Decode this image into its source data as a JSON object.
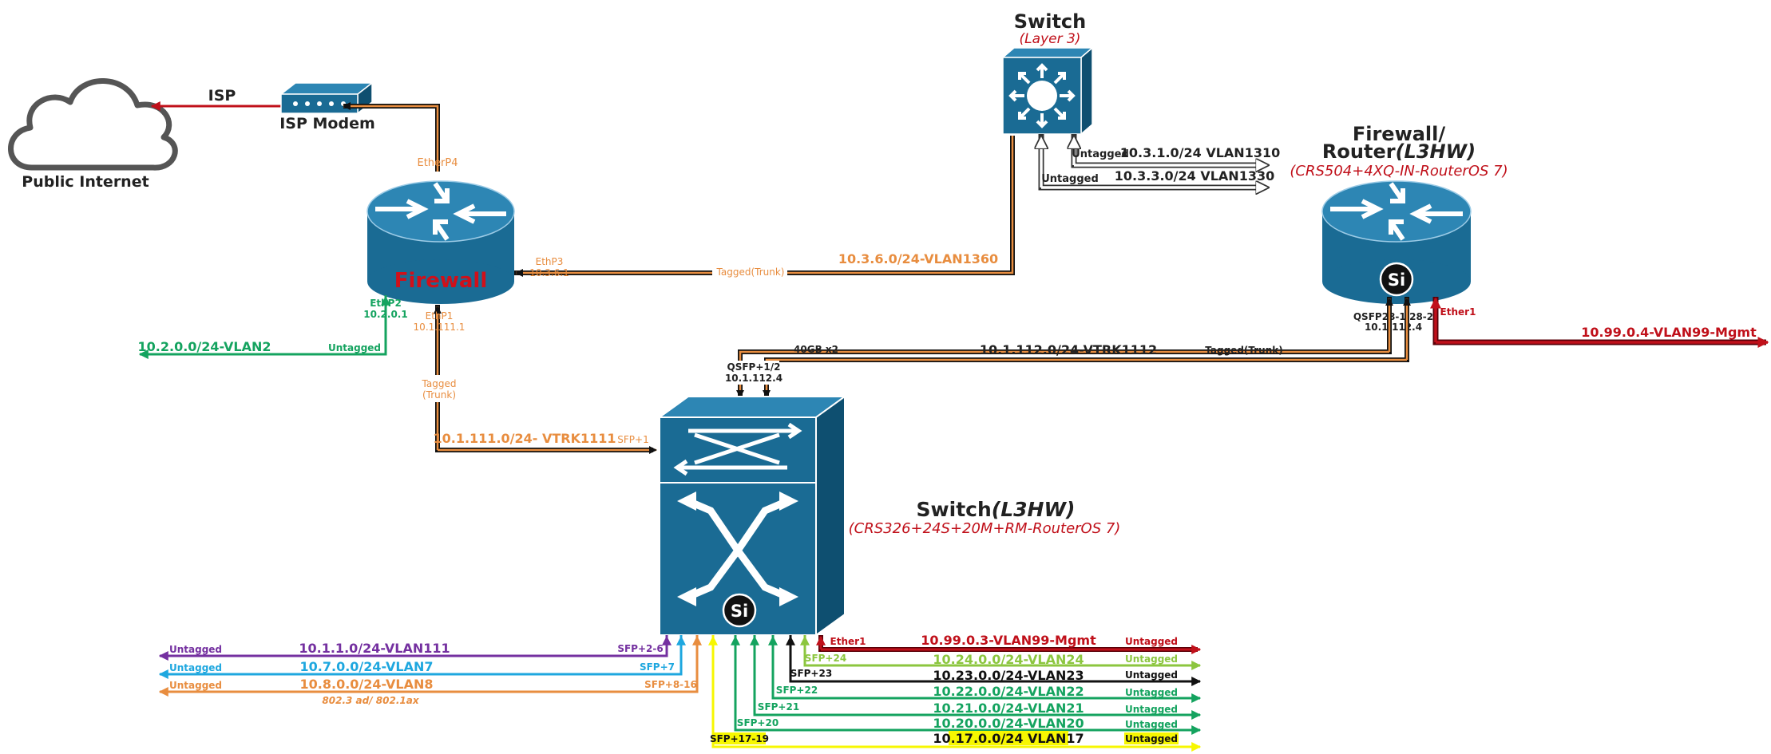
{
  "colors": {
    "device": "#1a6b94",
    "device_dark": "#0e4f70",
    "orange": "#e88d3f",
    "green": "#14a35f",
    "red": "#c0101a",
    "purple": "#7430a0",
    "cyan": "#1ea7df",
    "light_green": "#8cc63f",
    "yellow": "#f7f700",
    "black": "#111111"
  },
  "cloud": {
    "label": "Public Internet"
  },
  "isp_link": {
    "label": "ISP"
  },
  "isp_modem": {
    "label": "ISP Modem"
  },
  "firewall": {
    "label": "Firewall",
    "etherp4": "EtherP4",
    "ethp3": "EthP3",
    "ethp3_ip": "10.3.6.1",
    "ethp2": "EthP2",
    "ethp2_ip": "10.2.0.1",
    "ethp1": "EthP1",
    "ethp1_ip": "10.1.111.1"
  },
  "vlan2": {
    "network": "10.2.0.0/24-VLAN2",
    "mode": "Untagged"
  },
  "trunk_fw_sw": {
    "mode_line1": "Tagged",
    "mode_line2": "(Trunk)",
    "network": "10.1.111.0/24- VTRK1111",
    "port": "SFP+1"
  },
  "trunk_fw_l3": {
    "mode": "Tagged(Trunk)",
    "network": "10.3.6.0/24-VLAN1360"
  },
  "l3_switch": {
    "title": "Switch",
    "subtitle": "(Layer 3)",
    "vlan1310": "10.3.1.0/24 VLAN1310",
    "vlan1310_mode": "Untagged",
    "vlan1330": "10.3.3.0/24 VLAN1330",
    "vlan1330_mode": "Untagged"
  },
  "router": {
    "title_line1": "Firewall/",
    "title_line2": "Router",
    "title_italic": "(L3HW)",
    "model": "(CRS504+4XQ-IN-RouterOS 7)",
    "si": "Si",
    "qsfp_port": "QSFP28-1/28-2",
    "qsfp_ip": "10.1.112.4",
    "ether1": "Ether1",
    "mgmt": "10.99.0.4-VLAN99-Mgmt"
  },
  "router_trunk": {
    "speed": "40GB x2",
    "network": "10.1.112.0/24-VTRK1112",
    "mode": "Tagged(Trunk)"
  },
  "main_switch": {
    "title": "Switch",
    "title_italic": "(L3HW)",
    "model": "(CRS326+24S+20M+RM-RouterOS 7)",
    "si": "Si",
    "qsfp_port": "QSFP+1/2",
    "qsfp_ip": "10.1.112.4",
    "ether1": "Ether1"
  },
  "left_vlans": [
    {
      "mode": "Untagged",
      "network": "10.1.1.0/24-VLAN111",
      "port": "SFP+2-6",
      "note": ""
    },
    {
      "mode": "Untagged",
      "network": "10.7.0.0/24-VLAN7",
      "port": "SFP+7",
      "note": ""
    },
    {
      "mode": "Untagged",
      "network": "10.8.0.0/24-VLAN8",
      "port": "SFP+8-16",
      "note": "802.3 ad/ 802.1ax"
    }
  ],
  "right_vlans": [
    {
      "port": "",
      "network": "10.99.0.3-VLAN99-Mgmt",
      "mode": "Untagged"
    },
    {
      "port": "SFP+24",
      "network": "10.24.0.0/24-VLAN24",
      "mode": "Untagged"
    },
    {
      "port": "SFP+23",
      "network": "10.23.0.0/24-VLAN23",
      "mode": "Untagged"
    },
    {
      "port": "SFP+22",
      "network": "10.22.0.0/24-VLAN22",
      "mode": "Untagged"
    },
    {
      "port": "SFP+21",
      "network": "10.21.0.0/24-VLAN21",
      "mode": "Untagged"
    },
    {
      "port": "SFP+20",
      "network": "10.20.0.0/24-VLAN20",
      "mode": "Untagged"
    },
    {
      "port": "SFP+17-19",
      "network": "10.17.0.0/24 VLAN17",
      "mode": "Untagged"
    }
  ]
}
